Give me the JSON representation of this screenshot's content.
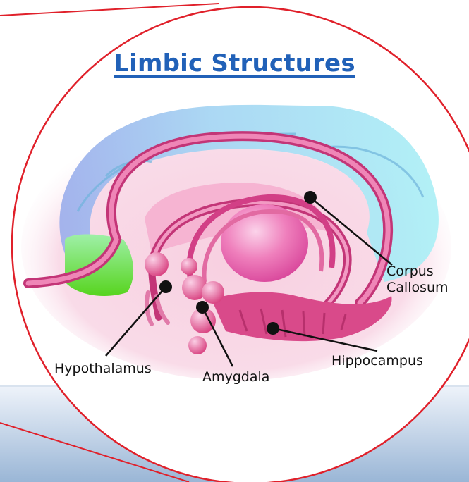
{
  "title": "Limbic Structures",
  "labels": {
    "corpus_line1": "Corpus",
    "corpus_line2": "Callosum",
    "hypothalamus": "Hypothalamus",
    "amygdala": "Amygdala",
    "hippocampus": "Hippocampus"
  },
  "colors": {
    "outline": "#e0202a",
    "title": "#2161b8",
    "cortex_blue": "#8fd3f0",
    "cortex_cyan": "#a8ecf5",
    "cortex_green": "#6fdd3a",
    "limbic_pink": "#e2508e",
    "glow": "#f6c7dc",
    "band_top": "#e4edf7",
    "band_bottom": "#9cb8d8"
  }
}
